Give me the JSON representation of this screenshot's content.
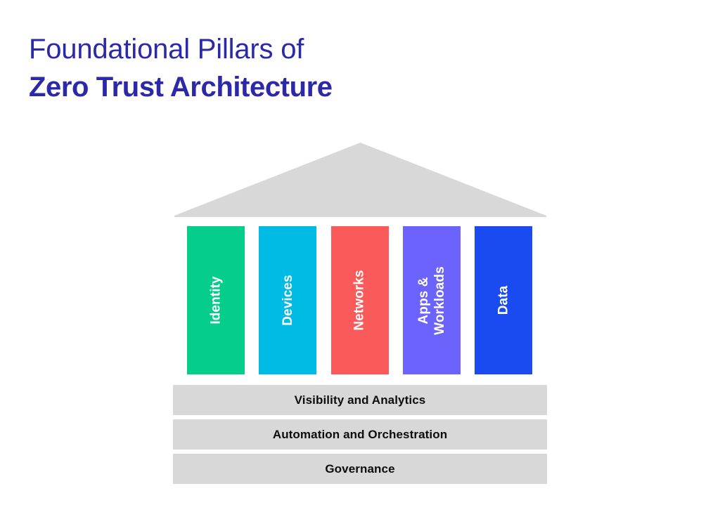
{
  "title": {
    "line1": "Foundational Pillars of",
    "line2": "Zero Trust Architecture",
    "color": "#2b29a8"
  },
  "diagram": {
    "type": "temple-pillars",
    "roof": {
      "name": "pediment",
      "color": "#d8d8d8"
    },
    "pillars": [
      {
        "label": "Identity",
        "color": "#05ce8c",
        "lines": [
          "Identity"
        ]
      },
      {
        "label": "Devices",
        "color": "#00bbe3",
        "lines": [
          "Devices"
        ]
      },
      {
        "label": "Networks",
        "color": "#fb5a5a",
        "lines": [
          "Networks"
        ]
      },
      {
        "label": "Apps & Workloads",
        "color": "#6b63fb",
        "lines": [
          "Apps &",
          "Workloads"
        ]
      },
      {
        "label": "Data",
        "color": "#1a4bf0",
        "lines": [
          "Data"
        ]
      }
    ],
    "foundations": [
      {
        "label": "Visibility and Analytics",
        "color": "#d8d8d8"
      },
      {
        "label": "Automation and Orchestration",
        "color": "#d8d8d8"
      },
      {
        "label": "Governance",
        "color": "#d8d8d8"
      }
    ]
  }
}
